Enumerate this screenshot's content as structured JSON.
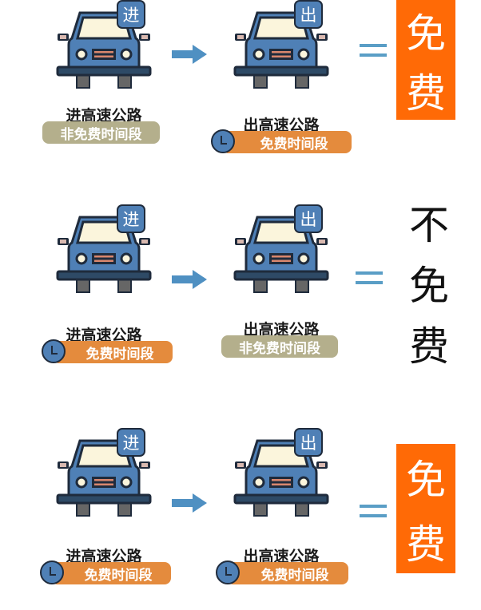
{
  "scenarios": [
    {
      "entry_badge": "进",
      "exit_badge": "出",
      "entry_label": "进高速公路",
      "exit_label": "出高速公路",
      "entry_period": "非免费时间段",
      "exit_period": "免费时间段",
      "result": [
        "免",
        "费"
      ]
    },
    {
      "entry_badge": "进",
      "exit_badge": "出",
      "entry_label": "进高速公路",
      "exit_label": "出高速公路",
      "entry_period": "免费时间段",
      "exit_period": "非免费时间段",
      "result": [
        "不",
        "免",
        "费"
      ]
    },
    {
      "entry_badge": "进",
      "exit_badge": "出",
      "entry_label": "进高速公路",
      "exit_label": "出高速公路",
      "entry_period": "免费时间段",
      "exit_period": "免费时间段",
      "result": [
        "免",
        "费"
      ]
    }
  ],
  "colors": {
    "car_body": "#4f80b6",
    "outline": "#1f2b3c",
    "free_pill": "#e48b3d",
    "nonfree_pill": "#b4af8c",
    "free_box": "#ff6a06",
    "arrow": "#4f90c2"
  }
}
